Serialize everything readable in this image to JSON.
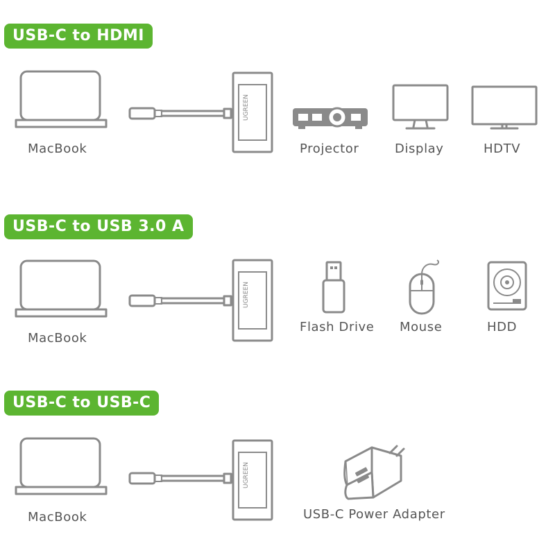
{
  "sections": [
    {
      "title": "USB-C to HDMI",
      "source_label": "MacBook",
      "devices": [
        {
          "label": "Projector",
          "icon": "projector-icon"
        },
        {
          "label": "Display",
          "icon": "display-icon"
        },
        {
          "label": "HDTV",
          "icon": "tv-icon"
        }
      ]
    },
    {
      "title": "USB-C to USB 3.0 A",
      "source_label": "MacBook",
      "devices": [
        {
          "label": "Flash Drive",
          "icon": "flash-drive-icon"
        },
        {
          "label": "Mouse",
          "icon": "mouse-icon"
        },
        {
          "label": "HDD",
          "icon": "hdd-icon"
        }
      ]
    },
    {
      "title": "USB-C to USB-C",
      "source_label": "MacBook",
      "devices": [
        {
          "label": "USB-C Power Adapter",
          "icon": "power-adapter-icon"
        }
      ]
    }
  ],
  "colors": {
    "accent": "#5cb531",
    "icon_stroke": "#8a8a8a",
    "text": "#555555"
  }
}
